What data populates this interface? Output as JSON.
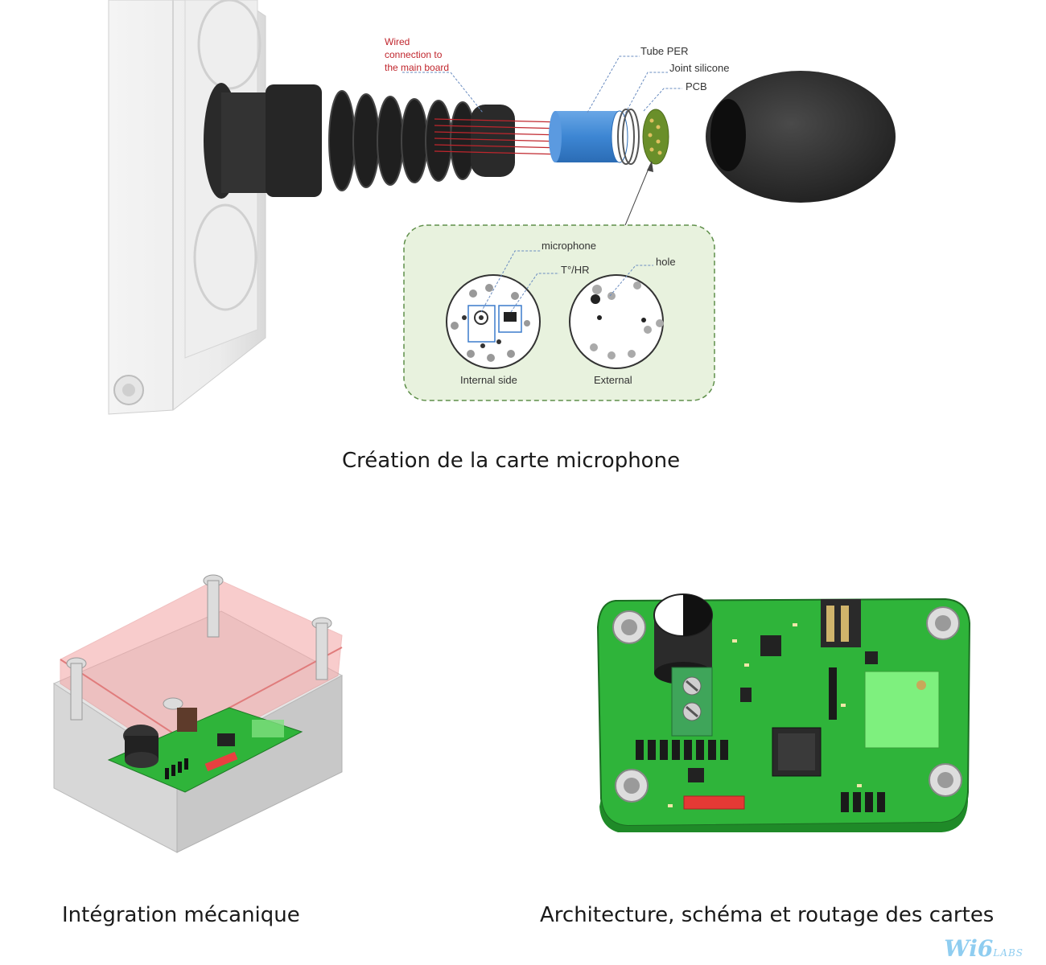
{
  "figure_top": {
    "callouts": {
      "wired": [
        "Wired",
        "connection to",
        "the main board"
      ],
      "tube": "Tube PER",
      "joint": "Joint silicone",
      "pcb": "PCB"
    },
    "inset": {
      "microphone": "microphone",
      "temp_humidity": "T°/HR",
      "hole": "hole",
      "internal_side": "Internal side",
      "external": "External"
    }
  },
  "captions": {
    "top": "Création de la carte microphone",
    "bottom_left": "Intégration mécanique",
    "bottom_right": "Architecture, schéma et routage des cartes"
  },
  "logo": {
    "main": "Wi6",
    "sub": "LABS"
  },
  "colors": {
    "pcb_green": "#2fb43a",
    "tube_blue": "#3d86d3",
    "inset_bg": "#e8f2de",
    "wire_red": "#c0262d"
  }
}
